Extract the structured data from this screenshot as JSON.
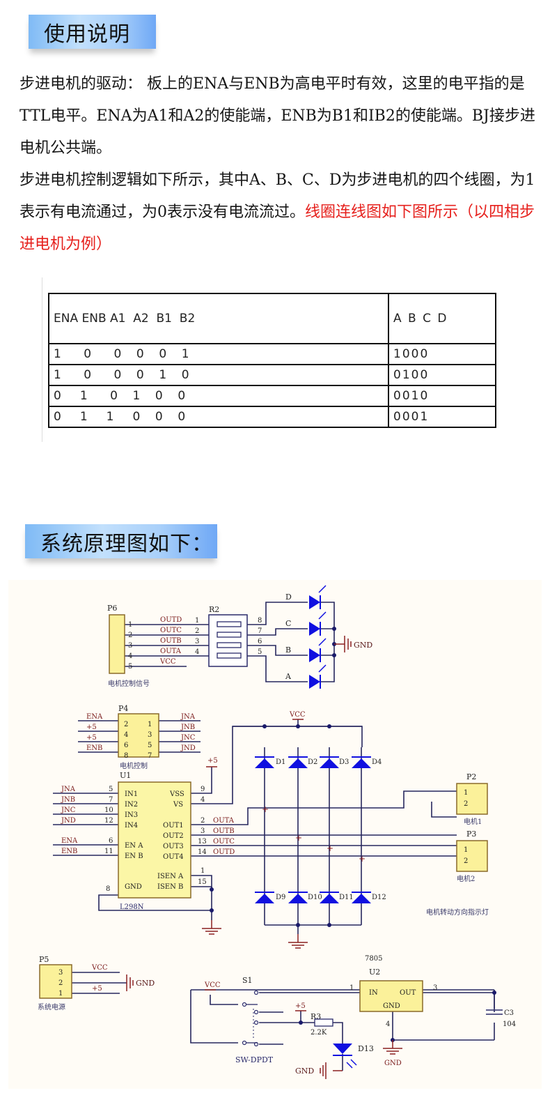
{
  "section1": {
    "title": "使用说明",
    "para1": "步进电机的驱动： 板上的ENA与ENB为高电平时有效，这里的电平指的是TTL电平。ENA为A1和A2的使能端，ENB为B1和IB2的使能端。BJ接步进电机公共端。",
    "para2_black": "步进电机控制逻辑如下所示，其中A、B、C、D为步进电机的四个线圈，为1表示有电流通过，为0表示没有电流流过。",
    "para2_red": "线圈连线图如下图所示（以四相步进电机为例）",
    "highlight_color": "#e6201c"
  },
  "logic_table": {
    "header_left": "ENA ENB A1  A2  B1  B2",
    "header_right": "A B C D",
    "rows": [
      {
        "inputs": "1      0      0    0    0    1",
        "outputs": "1000"
      },
      {
        "inputs": "1      0      0    0    1    0",
        "outputs": "0100"
      },
      {
        "inputs": "0     1      0    1    0    0",
        "outputs": "0010"
      },
      {
        "inputs": "0     1     1     0    0    0",
        "outputs": "0001"
      }
    ]
  },
  "section2": {
    "title": "系统原理图如下："
  },
  "schematic": {
    "p6": {
      "ref": "P6",
      "pins": [
        "1",
        "2",
        "3",
        "4",
        "5"
      ],
      "nets": [
        "OUTD",
        "OUTC",
        "OUTB",
        "OUTA",
        "VCC"
      ],
      "caption": "电机控制信号"
    },
    "r2": {
      "ref": "R2",
      "left_pins": [
        "1",
        "2",
        "3",
        "4"
      ],
      "right_pins": [
        "8",
        "7",
        "6",
        "5"
      ]
    },
    "leds": [
      "D",
      "C",
      "B",
      "A"
    ],
    "gnd_label": "GND",
    "p4": {
      "ref": "P4",
      "left_nets": [
        "ENA",
        "+5",
        "+5",
        "ENB"
      ],
      "left_pins": [
        "2",
        "4",
        "6",
        "8"
      ],
      "right_pins": [
        "1",
        "3",
        "5",
        "7"
      ],
      "right_nets": [
        "JNA",
        "JNB",
        "JNC",
        "JND"
      ],
      "caption": "电机控制"
    },
    "u1": {
      "ref": "U1",
      "part": "L298N",
      "inputs": [
        {
          "net": "JNA",
          "pin": "5",
          "name": "IN1"
        },
        {
          "net": "JNB",
          "pin": "7",
          "name": "IN2"
        },
        {
          "net": "JNC",
          "pin": "10",
          "name": "IN3"
        },
        {
          "net": "JND",
          "pin": "12",
          "name": "IN4"
        },
        {
          "net": "ENA",
          "pin": "6",
          "name": "EN A"
        },
        {
          "net": "ENB",
          "pin": "11",
          "name": "EN B"
        }
      ],
      "right": [
        {
          "name": "VSS",
          "pin": "9",
          "net": ""
        },
        {
          "name": "VS",
          "pin": "4",
          "net": ""
        },
        {
          "name": "OUT1",
          "pin": "2",
          "net": "OUTA"
        },
        {
          "name": "OUT2",
          "pin": "3",
          "net": "OUTB"
        },
        {
          "name": "OUT3",
          "pin": "13",
          "net": "OUTC"
        },
        {
          "name": "OUT4",
          "pin": "14",
          "net": "OUTD"
        },
        {
          "name": "ISEN A",
          "pin": "1",
          "net": ""
        },
        {
          "name": "ISEN B",
          "pin": "15",
          "net": ""
        }
      ],
      "gnd_name": "GND",
      "gnd_pin": "8",
      "plus5": "+5"
    },
    "vcc_label": "VCC",
    "diodes_top": [
      "D1",
      "D2",
      "D3",
      "D4"
    ],
    "diodes_bottom": [
      "D9",
      "D10",
      "D11",
      "D12"
    ],
    "p2": {
      "ref": "P2",
      "pins": [
        "1",
        "2"
      ],
      "caption": "电机1"
    },
    "p3": {
      "ref": "P3",
      "pins": [
        "1",
        "2"
      ],
      "caption": "电机2"
    },
    "direction_caption": "电机转动方向指示灯",
    "p5": {
      "ref": "P5",
      "pins": [
        "3",
        "2",
        "1"
      ],
      "nets": [
        "VCC",
        "",
        "+5"
      ],
      "caption": "系统电源"
    },
    "s1": {
      "ref": "S1",
      "part": "SW-DPDT",
      "vcc": "VCC"
    },
    "r3": {
      "ref": "R3",
      "value": "2.2K",
      "plus5": "+5"
    },
    "d13": "D13",
    "u2": {
      "ref": "U2",
      "part": "7805",
      "in": "IN",
      "out": "OUT",
      "gnd": "GND",
      "pin_in": "1",
      "pin_out": "3",
      "pin_gnd": "4"
    },
    "c3": {
      "ref": "C3",
      "value": "104"
    },
    "gnd_bottom": "GND"
  }
}
